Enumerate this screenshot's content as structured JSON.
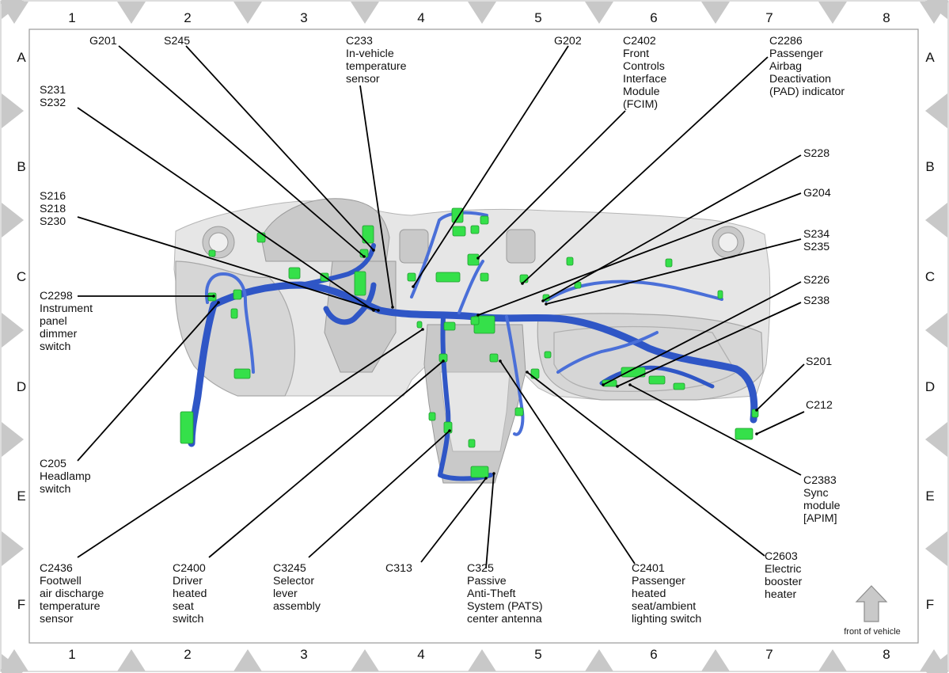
{
  "grid": {
    "columns": [
      "1",
      "2",
      "3",
      "4",
      "5",
      "6",
      "7",
      "8"
    ],
    "rows": [
      "A",
      "B",
      "C",
      "D",
      "E",
      "F"
    ]
  },
  "labels": {
    "g201": [
      "G201"
    ],
    "s245": [
      "S245"
    ],
    "c233": [
      "C233",
      "In-vehicle",
      "temperature",
      "sensor"
    ],
    "g202": [
      "G202"
    ],
    "c2402": [
      "C2402",
      "Front",
      "Controls",
      "Interface",
      "Module",
      "(FCIM)"
    ],
    "c2286": [
      "C2286",
      "Passenger",
      "Airbag",
      "Deactivation",
      "(PAD) indicator"
    ],
    "s231": [
      "S231",
      "S232"
    ],
    "s228": [
      "S228"
    ],
    "s216": [
      "S216",
      "S218",
      "S230"
    ],
    "g204": [
      "G204"
    ],
    "s234": [
      "S234",
      "S235"
    ],
    "c2298": [
      "C2298",
      "Instrument",
      "panel",
      "dimmer",
      "switch"
    ],
    "s226": [
      "S226"
    ],
    "s238": [
      "S238"
    ],
    "s201": [
      "S201"
    ],
    "c212": [
      "C212"
    ],
    "c205": [
      "C205",
      "Headlamp",
      "switch"
    ],
    "c2383": [
      "C2383",
      "Sync",
      "module",
      "[APIM]"
    ],
    "c2603": [
      "C2603",
      "Electric",
      "booster",
      "heater"
    ],
    "c2436": [
      "C2436",
      "Footwell",
      "air discharge",
      "temperature",
      "sensor"
    ],
    "c2400": [
      "C2400",
      "Driver",
      "heated",
      "seat",
      "switch"
    ],
    "c3245": [
      "C3245",
      "Selector",
      "lever",
      "assembly"
    ],
    "c313": [
      "C313"
    ],
    "c325": [
      "C325",
      "Passive",
      "Anti-Theft",
      "System (PATS)",
      "center antenna"
    ],
    "c2401": [
      "C2401",
      "Passenger",
      "heated",
      "seat/ambient",
      "lighting switch"
    ]
  },
  "front_of_vehicle": "front of vehicle",
  "colors": {
    "wiring": "#2f56c6",
    "connector": "#35e04a",
    "frame_marker": "#c8c8c8"
  }
}
